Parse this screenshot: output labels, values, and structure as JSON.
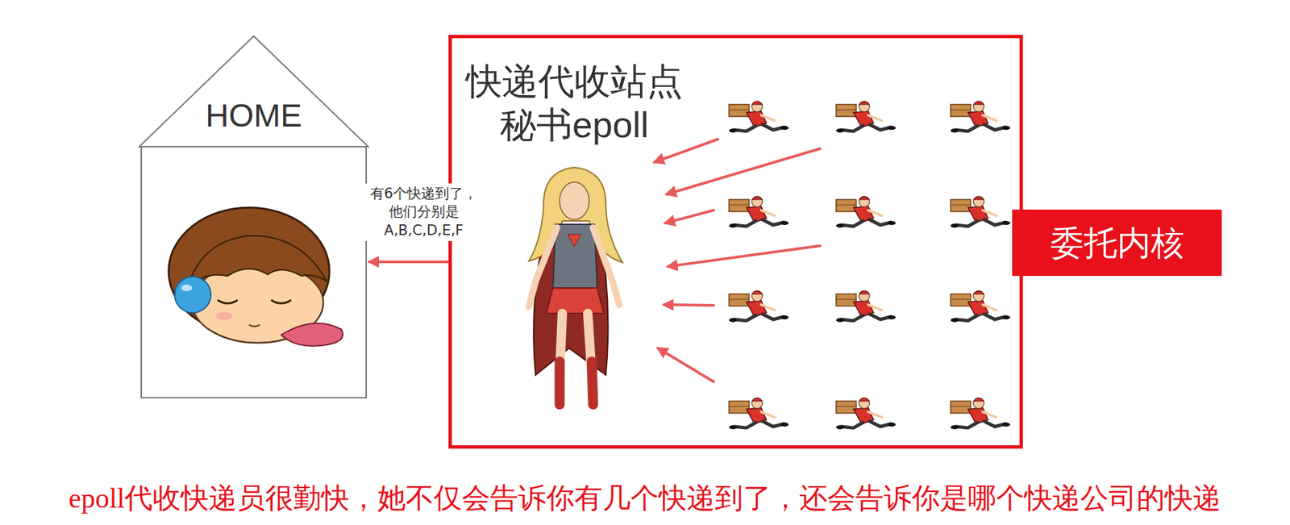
{
  "diagram": {
    "caption": "epoll代收快递员很勤快，她不仅会告诉你有几个快递到了，还会告诉你是哪个快递公司的快递",
    "nodes": [
      {
        "text": [
          "HOME"
        ]
      },
      {
        "text": [
          "快递代收站点 秘书epoll"
        ]
      },
      {
        "text": [
          "委托内核"
        ]
      }
    ],
    "edges": [
      {
        "from": 1,
        "to": 0,
        "arrow": "to",
        "label": "有6个快递到了， 他们分别是 A,B,C,D,E,F"
      }
    ]
  }
}
